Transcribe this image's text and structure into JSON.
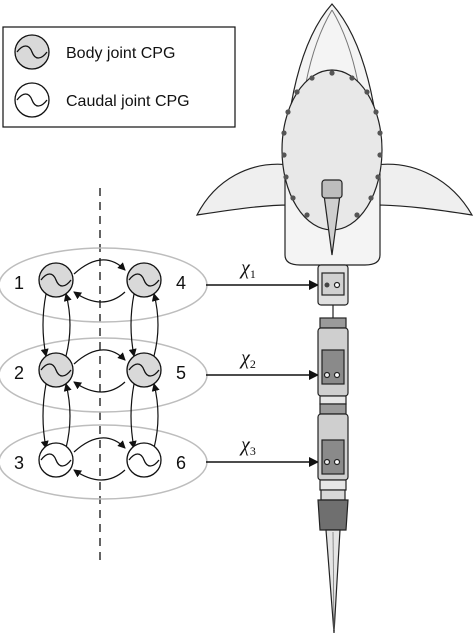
{
  "legend": {
    "body_label": "Body joint CPG",
    "caudal_label": "Caudal joint CPG"
  },
  "nodes": [
    {
      "id": "1",
      "type": "body"
    },
    {
      "id": "2",
      "type": "body"
    },
    {
      "id": "3",
      "type": "caudal"
    },
    {
      "id": "4",
      "type": "body"
    },
    {
      "id": "5",
      "type": "body"
    },
    {
      "id": "6",
      "type": "caudal"
    }
  ],
  "joints": [
    {
      "symbol": "χ",
      "subscript": "1"
    },
    {
      "symbol": "χ",
      "subscript": "2"
    },
    {
      "symbol": "χ",
      "subscript": "3"
    }
  ],
  "colors": {
    "body_fill": "#d9d9d9",
    "caudal_fill": "#ffffff",
    "ellipse_stroke": "#bdbdbd",
    "line": "#111111"
  }
}
